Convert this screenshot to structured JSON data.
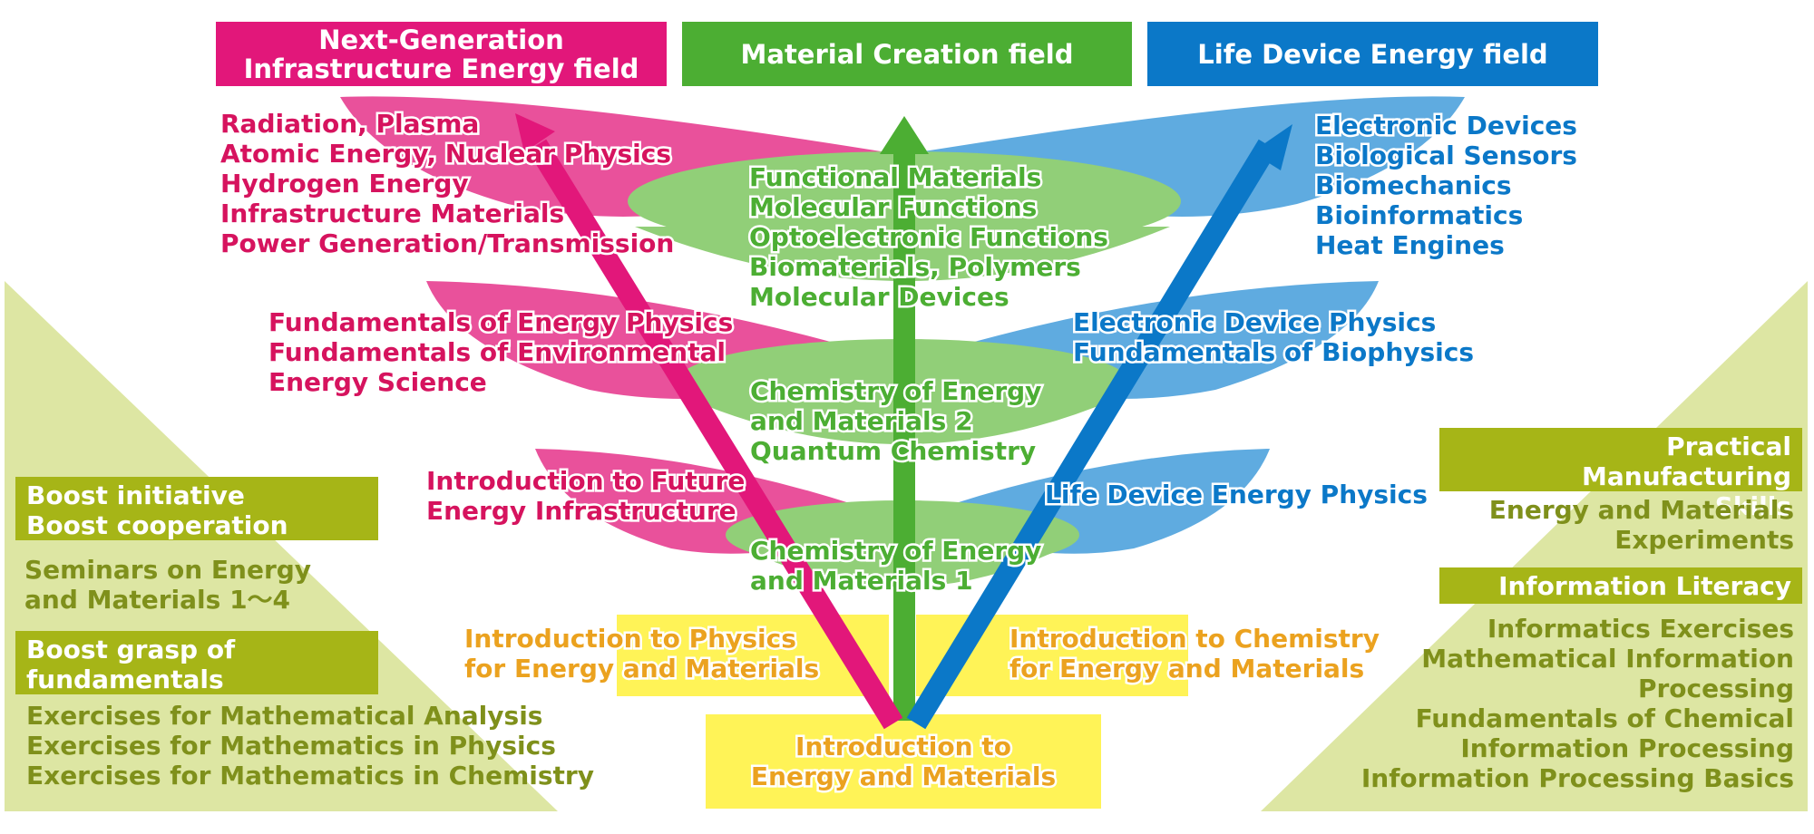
{
  "fields": {
    "infrastructure": [
      "Next-Generation",
      "Infrastructure Energy field"
    ],
    "material": "Material Creation field",
    "life_device": "Life Device Energy field"
  },
  "infrastructure_top": [
    "Radiation, Plasma",
    "Atomic Energy, Nuclear Physics",
    "Hydrogen Energy",
    "Infrastructure Materials",
    "Power Generation/Transmission"
  ],
  "infrastructure_mid": [
    "Fundamentals of Energy Physics",
    "Fundamentals of Environmental",
    "Energy Science"
  ],
  "infrastructure_low": [
    "Introduction to Future",
    "Energy Infrastructure"
  ],
  "material_top": [
    "Functional Materials",
    "Molecular Functions",
    "Optoelectronic Functions",
    "Biomaterials, Polymers",
    "Molecular Devices"
  ],
  "material_mid": [
    "Chemistry of Energy",
    "and Materials 2",
    "Quantum Chemistry"
  ],
  "material_low": [
    "Chemistry of Energy",
    "and Materials 1"
  ],
  "life_top": [
    "Electronic Devices",
    "Biological Sensors",
    "Biomechanics",
    "Bioinformatics",
    "Heat Engines"
  ],
  "life_mid": [
    "Electronic Device Physics",
    "Fundamentals of Biophysics"
  ],
  "life_low": [
    "Life Device Energy Physics"
  ],
  "intro_physics": [
    "Introduction to Physics",
    "for Energy and Materials"
  ],
  "intro_chemistry": [
    "Introduction to Chemistry",
    "for Energy and Materials"
  ],
  "intro_main": [
    "Introduction to",
    "Energy and Materials"
  ],
  "left_panel": {
    "box1": [
      "Boost initiative",
      "Boost cooperation"
    ],
    "seminars": [
      "Seminars on Energy",
      "and Materials 1～4"
    ],
    "box2": [
      "Boost grasp of",
      "fundamentals"
    ],
    "exercises": [
      "Exercises for Mathematical Analysis",
      "Exercises for Mathematics in Physics",
      "Exercises for Mathematics in Chemistry"
    ]
  },
  "right_panel": {
    "box1": [
      "Practical Manufacturing",
      "Skills"
    ],
    "experiments": [
      "Energy and Materials",
      "Experiments"
    ],
    "box2": "Information Literacy",
    "informatics": [
      "Informatics Exercises",
      "Mathematical Information",
      "Processing",
      "Fundamentals of Chemical",
      "Information Processing",
      "Information Processing Basics"
    ]
  },
  "colors": {
    "pink": "#e2177a",
    "green": "#4cae33",
    "blue": "#0b78c8",
    "olive": "#a6b517",
    "yellow": "#fff357",
    "light_olive": "#dde6a3"
  }
}
